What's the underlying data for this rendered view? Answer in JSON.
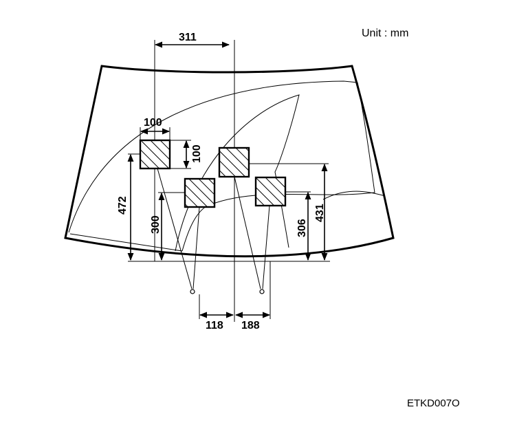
{
  "unit_label": "Unit : mm",
  "figure_code": "ETKD007O",
  "dimensions": {
    "d311": "311",
    "d100_w": "100",
    "d100_h": "100",
    "d472": "472",
    "d300": "300",
    "d306": "306",
    "d431": "431",
    "d118": "118",
    "d188": "188"
  },
  "colors": {
    "line": "#000000",
    "background": "#ffffff"
  }
}
